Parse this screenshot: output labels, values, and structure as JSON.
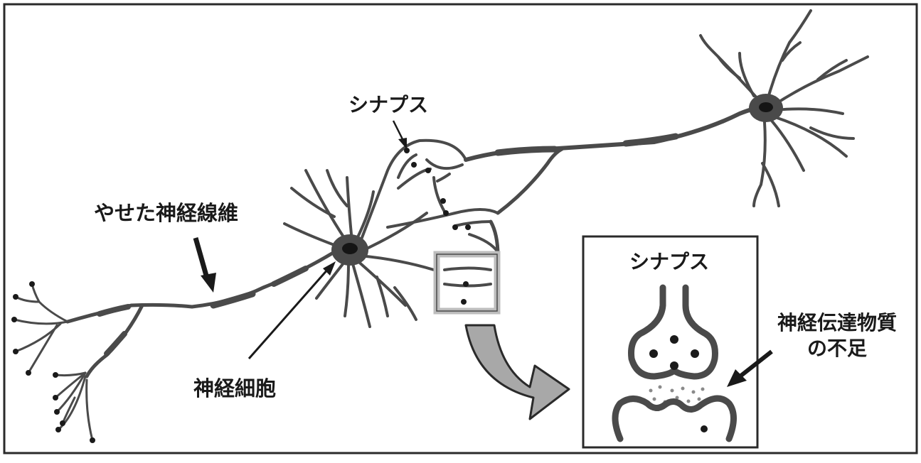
{
  "labels": {
    "synapse_top": "シナプス",
    "thin_fiber": "やせた神経線維",
    "nerve_cell": "神経細胞",
    "inset_title": "シナプス",
    "transmitter_line1": "神経伝達物質",
    "transmitter_line2": "の不足"
  },
  "colors": {
    "neuron": "#4a4a4a",
    "nucleus": "#151515",
    "frame": "#2a2a2a",
    "highlight_box": "#bdbdbd",
    "curved_arrow_fill": "#a8a8a8",
    "transmitter_dots": "#8a8a8a"
  },
  "icons": {
    "neurons": "neuron-illustration",
    "zoom_arrow": "curved-arrow-icon",
    "pointer_arrows": "arrow-icon"
  }
}
